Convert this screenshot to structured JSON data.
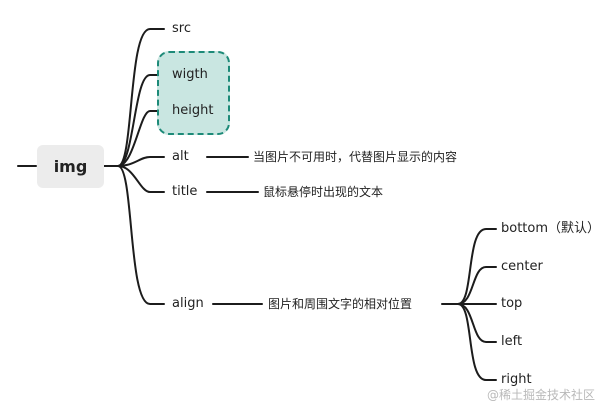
{
  "root": {
    "label": "img"
  },
  "attributes": {
    "src": {
      "label": "src"
    },
    "wigth": {
      "label": "wigth"
    },
    "height": {
      "label": "height"
    },
    "alt": {
      "label": "alt",
      "description": "当图片不可用时，代替图片显示的内容"
    },
    "title": {
      "label": "title",
      "description": "鼠标悬停时出现的文本"
    },
    "align": {
      "label": "align",
      "description": "图片和周围文字的相对位置",
      "options": [
        "bottom（默认）",
        "center",
        "top",
        "left",
        "right"
      ]
    }
  },
  "watermark": "@稀土掘金技术社区"
}
